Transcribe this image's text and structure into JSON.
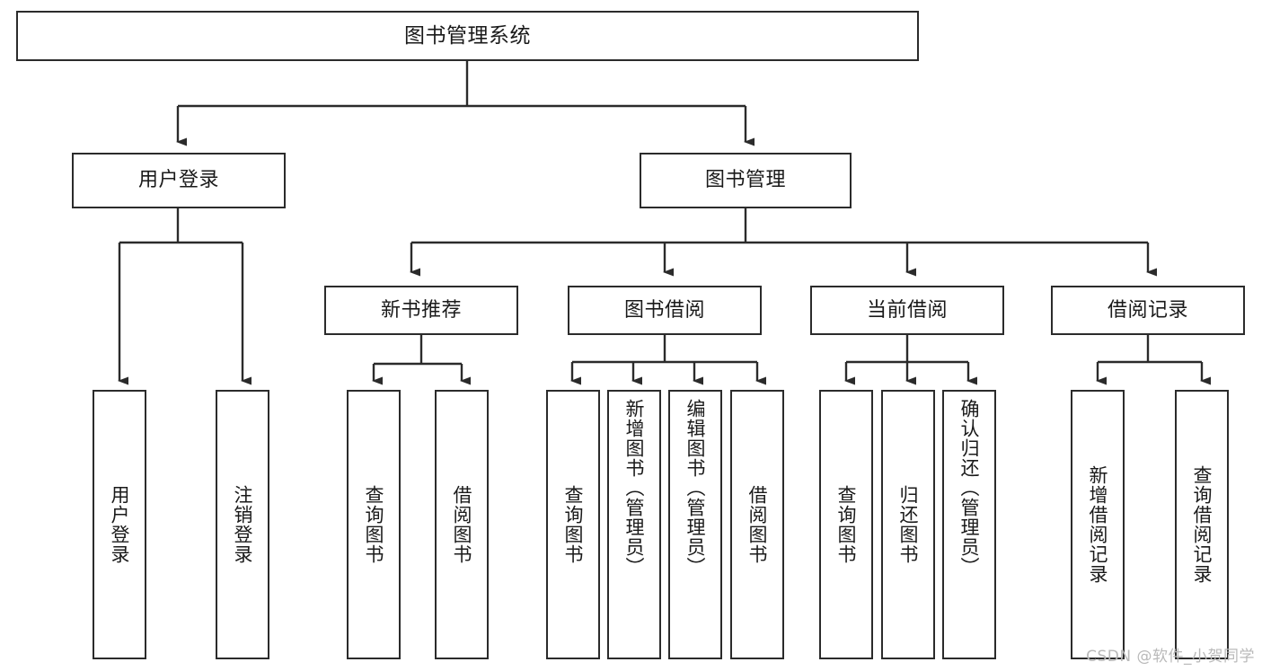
{
  "diagram": {
    "title": "图书管理系统",
    "type": "tree-hierarchy",
    "watermark": "CSDN @软件_小贺同学",
    "line_color": "#2b2b2b",
    "background_color": "#ffffff",
    "text_color": "#1a1a1a"
  },
  "nodes": {
    "root": {
      "label": "图书管理系统"
    },
    "level2": [
      {
        "id": "user-login",
        "label": "用户登录"
      },
      {
        "id": "book-manage",
        "label": "图书管理"
      }
    ],
    "level3": [
      {
        "id": "new-book-recommend",
        "label": "新书推荐"
      },
      {
        "id": "book-borrow",
        "label": "图书借阅"
      },
      {
        "id": "current-borrow",
        "label": "当前借阅"
      },
      {
        "id": "borrow-record",
        "label": "借阅记录"
      }
    ],
    "leaves": {
      "user_login": [
        {
          "id": "leaf-user-login",
          "label": "用户登录"
        },
        {
          "id": "leaf-logout-login",
          "label": "注销登录"
        }
      ],
      "new_book_recommend": [
        {
          "id": "leaf-query-book-1",
          "label": "查询图书"
        },
        {
          "id": "leaf-borrow-book-1",
          "label": "借阅图书"
        }
      ],
      "book_borrow": [
        {
          "id": "leaf-query-book-2",
          "label": "查询图书"
        },
        {
          "id": "leaf-add-book",
          "label": "新增图书（管理员）"
        },
        {
          "id": "leaf-edit-book",
          "label": "编辑图书（管理员）"
        },
        {
          "id": "leaf-borrow-book-2",
          "label": "借阅图书"
        }
      ],
      "current_borrow": [
        {
          "id": "leaf-query-book-3",
          "label": "查询图书"
        },
        {
          "id": "leaf-return-book",
          "label": "归还图书"
        },
        {
          "id": "leaf-confirm-return",
          "label": "确认归还（管理员）"
        }
      ],
      "borrow_record": [
        {
          "id": "leaf-add-record",
          "label": "新增借阅记录"
        },
        {
          "id": "leaf-query-record",
          "label": "查询借阅记录"
        }
      ]
    }
  }
}
